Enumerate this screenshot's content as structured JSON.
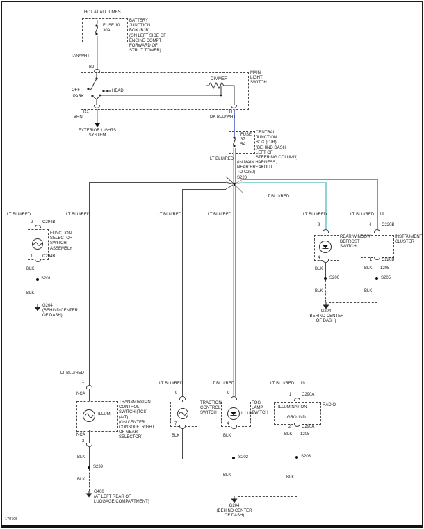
{
  "page": {
    "id": "170705"
  },
  "colors": {
    "tan": "#d6b54e",
    "blue": "#7283d6",
    "cyan": "#8fd3d6",
    "red": "#cd7b6b",
    "gray": "#9b9b9b",
    "line": "#4a4a4a"
  },
  "wires": {
    "tan_wht": "TAN/WHT",
    "brn": "BRN",
    "dk_blu_wht": "DK BLU/WHT",
    "lt_blu_red": "LT BLU/RED",
    "blk": "BLK",
    "nca": "NCA",
    "n19": "19",
    "n1205": "1205"
  },
  "bjb": {
    "hot": "HOT AT ALL TIMES",
    "fuse": "FUSE 10\n30A",
    "name": "BATTERY\nJUNCTION\nBOX (BJB)\n(ON LEFT SIDE OF\nENGINE COMPT\nFORWARD OF\nSTRUT TOWER)",
    "pin": "B2"
  },
  "mls": {
    "name": "MAIN\nLIGHT\nSWITCH",
    "off": "OFF",
    "head": "HEAD",
    "park": "PARK",
    "dimmer": "DIMMER",
    "pin_r1": "R1",
    "pin_h": "H"
  },
  "exterior": {
    "dest": "EXTERIOR LIGHTS\nSYSTEM"
  },
  "cjb": {
    "fuse": "FUSE\n37\n5A",
    "name": "CENTRAL\nJUNCTION\nBOX (CJB)\n(BEHIND DASH,\nLEFT OF\nSTEERING COLUMN)",
    "note": "(IN MAIN HARNESS,\nNEAR BREAKOUT\nTO C250)",
    "splice": "S220"
  },
  "fs": {
    "pin_top": "2",
    "pin_bot": "1",
    "conn": "C294B",
    "name": "FUNCTION\nSELECTOR\nSWITCH\nASSEMBLY",
    "splice": "S201",
    "ground": "G204\n(BEHIND CENTER\nOF DASH)"
  },
  "tcs": {
    "pin_top": "1",
    "pin_bot": "2",
    "name": "TRANSMISSION\nCONTROL\nSWITCH (TCS)\n(A/T)\n(ON CENTER\nCONSOLE, RIGHT\nOF GEAR\nSELECTOR)",
    "illum": "ILLUM",
    "splice": "S239",
    "ground": "G400\n(AT LEFT REAR OF\nLUGGAGE COMPARTMENT)"
  },
  "traction": {
    "pin_top": "9",
    "pin_bot": "7",
    "name": "TRACTION\nCONTROL\nSWITCH"
  },
  "fog": {
    "pin_top": "9",
    "pin_bot": "4",
    "name": "FOG\nLAMP\nSWITCH",
    "illum": "ILLUM",
    "splice": "S202",
    "ground": "G204\n(BEHIND CENTER\nOF DASH)"
  },
  "radio": {
    "pin_top": "1",
    "pin_bot": "2",
    "conn": "C290A",
    "name": "RADIO",
    "fn1": "ILLUMINATION",
    "fn2": "GROUND",
    "splice": "S203"
  },
  "defrost": {
    "pin_top": "9",
    "pin_bot": "4",
    "name": "REAR WINDOW\nDEFROST\nSWITCH",
    "splice": "S200",
    "ground": "G204\n(BEHIND CENTER\nOF DASH)"
  },
  "cluster": {
    "pin_top": "4",
    "pin_bot": "1",
    "conn": "C220B",
    "name": "INSTRUMENT\nCLUSTER",
    "splice": "S205"
  }
}
